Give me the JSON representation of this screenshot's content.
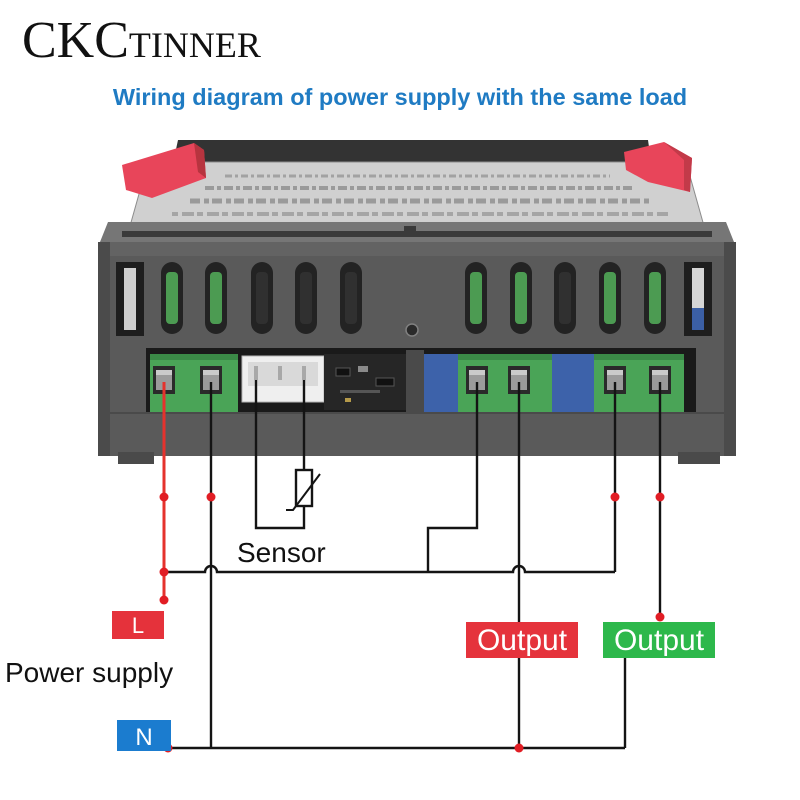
{
  "logo": {
    "part1": "CKC",
    "part2": "TINNER"
  },
  "title": "Wiring diagram of power supply with the same load",
  "labels": {
    "sensor": "Sensor",
    "line": "L",
    "power_supply": "Power supply",
    "neutral": "N",
    "output_1": "Output",
    "output_2": "Output"
  },
  "colors": {
    "title": "#1f7bc3",
    "line_label": "#e5323b",
    "neutral_label": "#1b7ccf",
    "output_1": "#e5333c",
    "output_2": "#2db84b",
    "live_wire": "#e5322d",
    "junction_dot": "#e11d24",
    "mounting_clip": "#e8455a",
    "terminal_block": "#4aa457"
  }
}
